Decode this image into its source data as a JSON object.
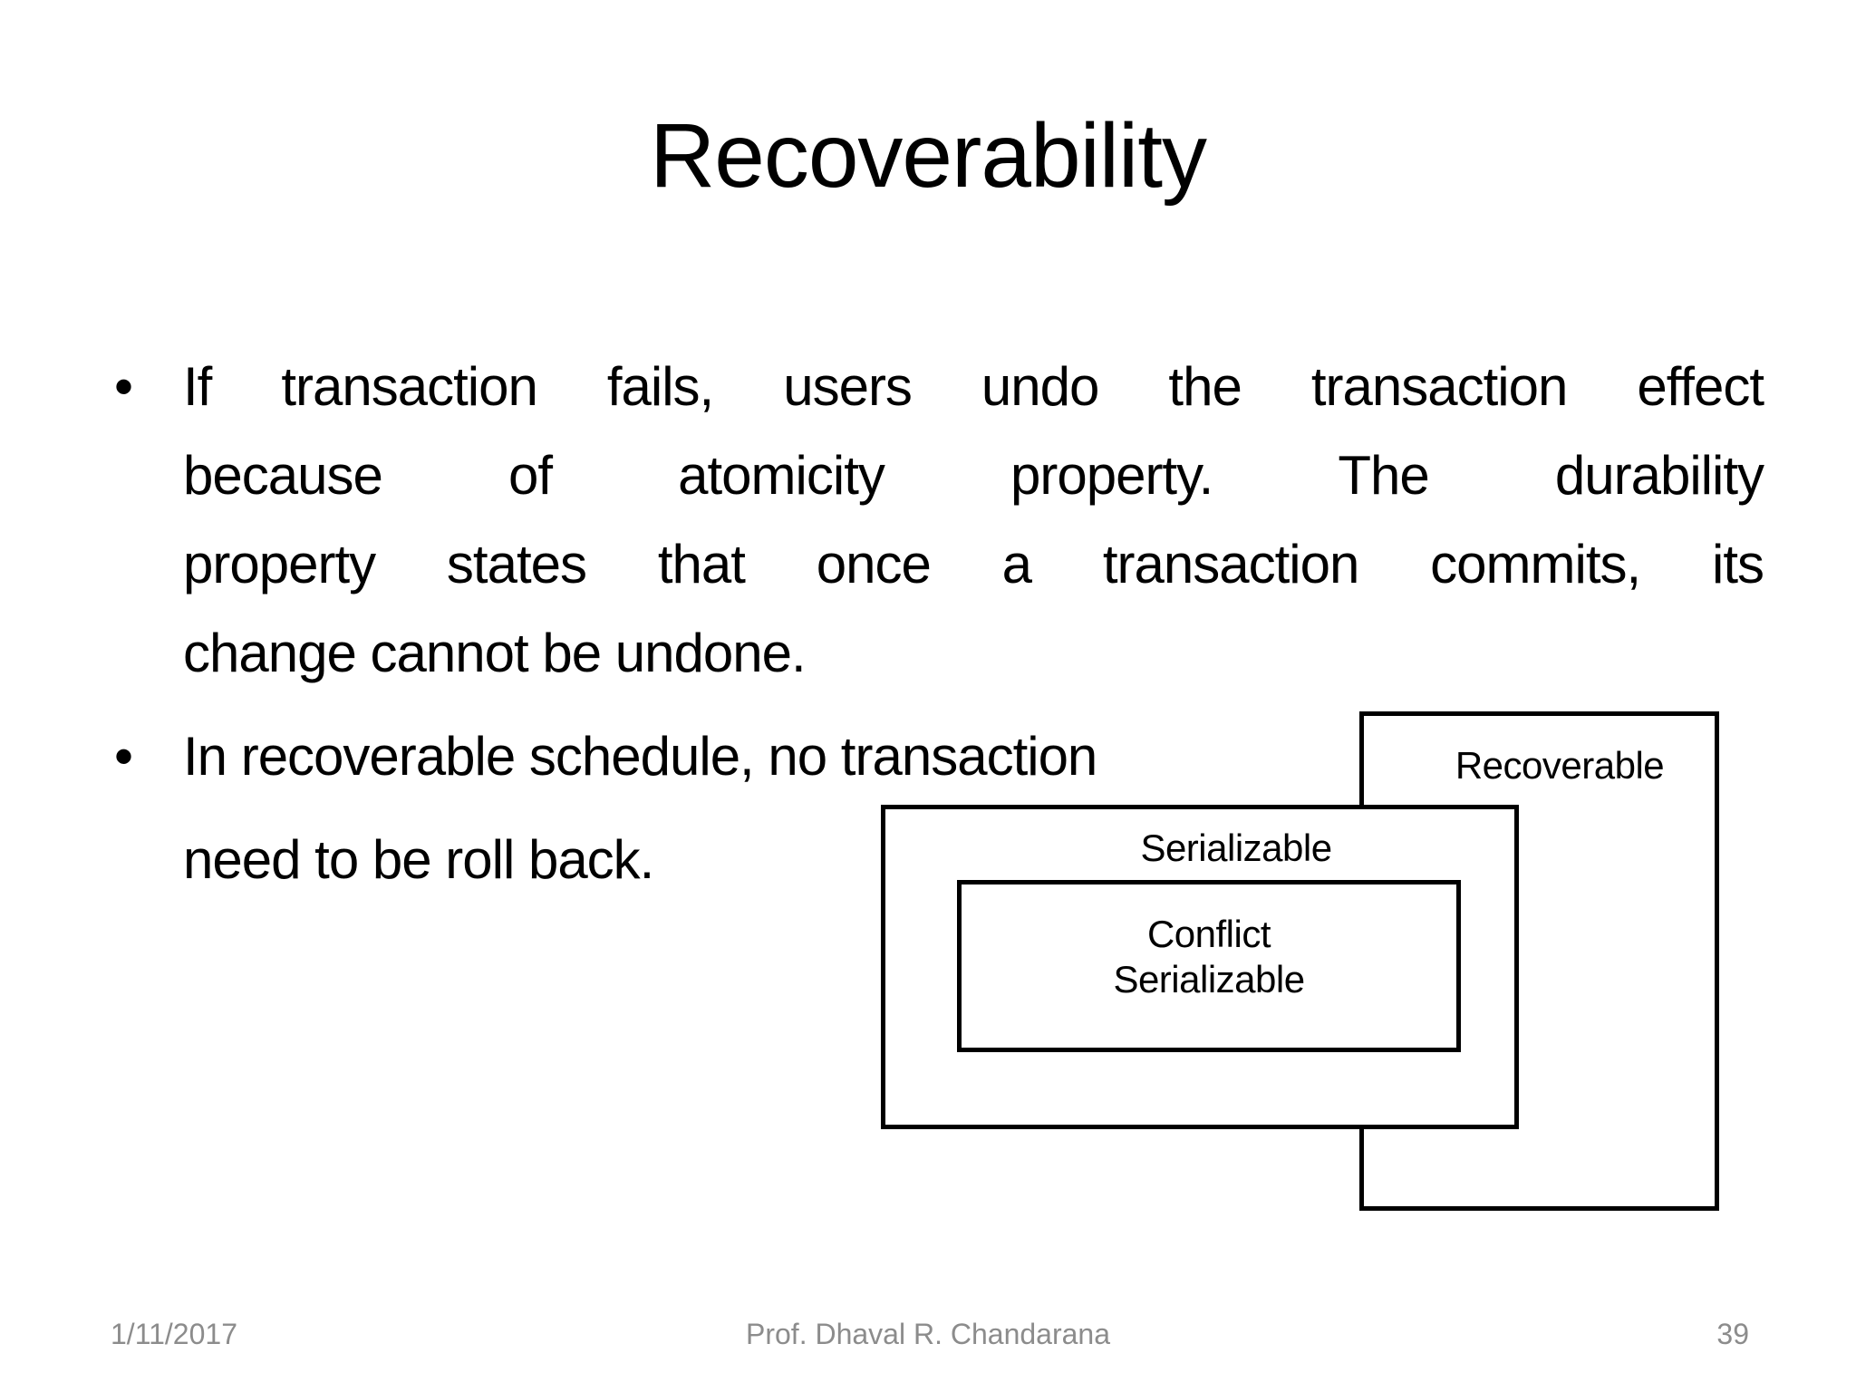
{
  "slide": {
    "title": "Recoverability",
    "background_color": "#ffffff",
    "text_color": "#000000"
  },
  "body": {
    "bullets": [
      {
        "marker": "•",
        "text": "If transaction fails, users undo the transaction effect because of atomicity property. The durability property states that once a transaction commits, its change cannot be undone.",
        "lines": [
          "If transaction fails, users undo the transaction effect",
          "because of atomicity property. The durability",
          "property states that once a transaction commits, its",
          "change cannot be undone."
        ]
      },
      {
        "marker": "•",
        "text": "In recoverable schedule, no transaction need to be roll back.",
        "lines": [
          "In recoverable schedule, no transaction",
          "need to be roll back."
        ]
      }
    ]
  },
  "diagram": {
    "type": "nested-set-boxes",
    "outline_color": "#000000",
    "fill_color": "#ffffff",
    "boxes": [
      {
        "label": "Recoverable",
        "level": 1
      },
      {
        "label": "Serializable",
        "level": 2
      },
      {
        "label": "Conflict",
        "label2": "Serializable",
        "level": 3
      }
    ]
  },
  "footer": {
    "date": "1/11/2017",
    "author": "Prof. Dhaval R. Chandarana",
    "page_number": "39",
    "color": "#8c8c8c"
  }
}
